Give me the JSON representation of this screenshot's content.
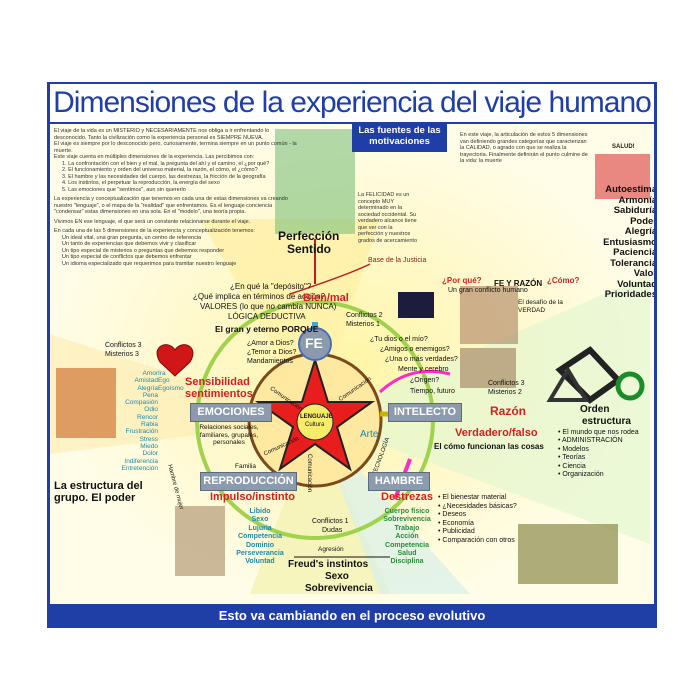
{
  "title": "Dimensiones de la experiencia del viaje humano",
  "footer": "Esto va cambiando en el proceso evolutivo",
  "subtitle": "Las fuentes de las motivaciones",
  "intro_p1": "El viaje de la vida es un MISTERIO y NECESARIAMENTE nos obliga a ir enfrentando lo desconocido. Tanto la civilización como la experiencia personal es SIEMPRE NUEVA.",
  "intro_p2": "El viaje es siempre por lo desconocido pero, curiosamente, termina siempre en un punto común - la muerte.",
  "intro_p3": "Este viaje cuenta en múltiples dimensiones de la experiencia. Las percibimos con:",
  "intro_list": [
    "1. La confrontación con el bien y el mal, la pregunta del ahí y el camino, el ¿por qué?",
    "2. El funcionamiento y orden del universo material, la razón, el cómo, el ¿cómo?",
    "3. El hambre y las necesidades del cuerpo, las destrezas, la fricción de la geografía",
    "4. Los instintos, el perpetuar la reproducción, la energía del sexo",
    "5. Las emociones que \"sentimos\", aun sin quererlo"
  ],
  "intro_p4": "La experiencia y conceptualización que tenemos en cada una de estas dimensiones va creando nuestro \"lenguaje\", o el mapa de la \"realidad\" que enfrentamos. Es el lenguaje conciencia \"condensar\" estas dimensiones en una sola. En el \"modelo\", una teoría propia.",
  "intro_p5": "Vivimos EN ese lenguaje, el que será un constante relacionarse durante el viaje.",
  "intro_p6": "En cada una de las 5 dimensiones de la experiencia y conceptualización tenemos:",
  "intro_list2": [
    "Un ideal vital, una gran pregunta, un centro de referencia",
    "Un tanto de experiencias que debemos vivir y clasificar",
    "Un tipo especial de misterios o preguntas que debemos responder",
    "Un tipo especial de conflictos que debemos enfrentar",
    "Un idioma especializado que requerimos para tramitar nuestro lenguaje"
  ],
  "right_text": "En este viaje, la articulación de estos 5 dimensiones van definiendo grandes categorías que caracterizan la CALIDAD, o agrado con que se realiza la trayectoria. Finalmente definirán el punto culmine de la vida: la muerte",
  "salud_label": "SALUD!",
  "values_list": [
    "Autoestima",
    "Armonía",
    "Sabiduría",
    "Poder",
    "Alegría",
    "Entusiasmo",
    "Paciencia",
    "Tolerancia",
    "Valor",
    "Voluntad",
    "Prioridades"
  ],
  "center": {
    "label_top": "FE",
    "star_label1": "LENGUAJE",
    "star_label2": "Cultura",
    "arte": "Arte",
    "comunicacion": "Comunicación",
    "tecnologia": "TECNOLOGÍA"
  },
  "top_section": {
    "perfeccion": "Perfección",
    "sentido": "Sentido",
    "base_justicia": "Base de la Justicia",
    "question1": "¿En qué la \"depósito\"?",
    "question2": "¿Qué implica en términos de acción?",
    "question3": "VALORES (lo que no cambia NUNCA)",
    "question4": "LÓGICA DEDUCTIVA",
    "bienmal": "Bien/mal",
    "porque": "El gran y eterno PORQUE",
    "conflictos": "Conflictos 2",
    "misterios": "Misterios 1",
    "felicidad": "La FELICIDAD es un concepto MUY determinado en la sociedad occidental. Su verdadero alcance tiene que ver con la perfección y nuestros grados de acercamiento"
  },
  "left_section": {
    "conflictos": "Conflictos 3",
    "misterios": "Misterios 3",
    "sensibilidad": "Sensibilidad",
    "sentimientos": "sentimientos",
    "emociones": "EMOCIONES",
    "emotion_list": [
      "Amor",
      "Amistad",
      "Alegría",
      "Pena",
      "Compasión",
      "Odio",
      "Rencor",
      "Rabia",
      "Frustración",
      "Stress",
      "Miedo",
      "Dolor",
      "Indiferencia",
      "Entretención"
    ],
    "emotion_list2": [
      "Ira",
      "Ego",
      "Egoísmo"
    ],
    "amor_dios": "¿Amor a Dios?",
    "temor_dios": "¿Temor a Dios?",
    "mandamientos": "Mandamientos",
    "relaciones": "Relaciones sociales, familiares, grupales, personales",
    "hambre_mujer": "Hambre de mujer",
    "familia": "Familia",
    "estructura": "La estructura del grupo. El poder"
  },
  "right_section": {
    "por_que": "¿Por qué?",
    "fe_razon": "FE Y RAZÓN",
    "como": "¿Cómo?",
    "gran_conflicto": "Un gran conflicto humano",
    "desafio": "El desafío de la VERDAD",
    "tu_dios": "¿Tu dios o el mío?",
    "amigos": "¿Amigos o enemigos?",
    "una_mas": "¿Una o más verdades?",
    "mente": "Mente y cerebro",
    "origen": "¿Origen?",
    "tiempo": "Tiempo, futuro",
    "conflictos": "Conflictos 3",
    "misterios": "Misterios 2",
    "intelecto": "INTELECTO",
    "razon": "Razón",
    "verdadero": "Verdadero/falso",
    "como_funcionan": "El cómo funcionan las cosas",
    "orden": "Orden",
    "estructura": "estructura",
    "orden_list": [
      "El mundo que nos rodea",
      "ADMINISTRACIÓN",
      "Modelos",
      "Teorías",
      "Ciencia",
      "Organización"
    ]
  },
  "bottom_section": {
    "reproduccion": "REPRODUCCIÓN",
    "impulso": "Impulso/instinto",
    "impulso_list": [
      "Libido",
      "Sexo",
      "Lujuria",
      "Competencia",
      "Dominio",
      "Perseverancia",
      "Voluntad"
    ],
    "hambre": "HAMBRE",
    "destrezas": "Destrezas",
    "destrezas_list": [
      "Cuerpo físico",
      "Sobrevivencia",
      "Trabajo",
      "Acción",
      "Competencia",
      "Salud",
      "Disciplina"
    ],
    "bienestar_list": [
      "El bienestar material",
      "¿Necesidades básicas?",
      "Deseos",
      "Economía",
      "Publicidad",
      "Comparación con otros"
    ],
    "conflictos": "Conflictos 1",
    "dudas": "Dudas",
    "agresion": "Agresión",
    "freud1": "Freud's instintos",
    "freud2": "Sexo",
    "freud3": "Sobrevivencia"
  },
  "colors": {
    "frame_blue": "#1f3ea6",
    "red_title": "#d81e1e",
    "green_list": "#2e8b3a",
    "teal_list": "#1e8aa8",
    "box_gray": "#8c9aad",
    "star_red": "#e81e1e"
  }
}
